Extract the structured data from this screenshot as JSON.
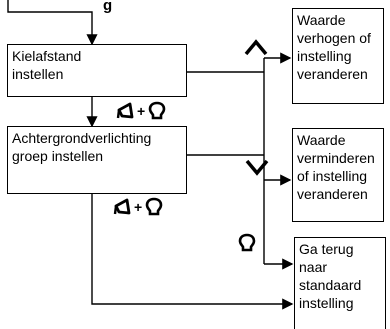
{
  "diagram": {
    "top_label": "g",
    "boxes": {
      "kielafstand": "Kielafstand\ninstellen",
      "achtergrond": "Achtergrondverlichting\ngroep instellen",
      "verhogen": "Waarde\nverhogen of\ninstelling\nveranderen",
      "verminderen": "Waarde\nverminderen\nof instelling\nveranderen",
      "terug": "Ga terug\nnaar\nstandaard\ninstelling"
    },
    "plus": "+",
    "icons": {
      "up_key": "caret-up-icon",
      "down_key": "caret-down-icon",
      "left_key": "speech-bubble-left-icon",
      "light_key": "bulb-key-icon"
    }
  }
}
